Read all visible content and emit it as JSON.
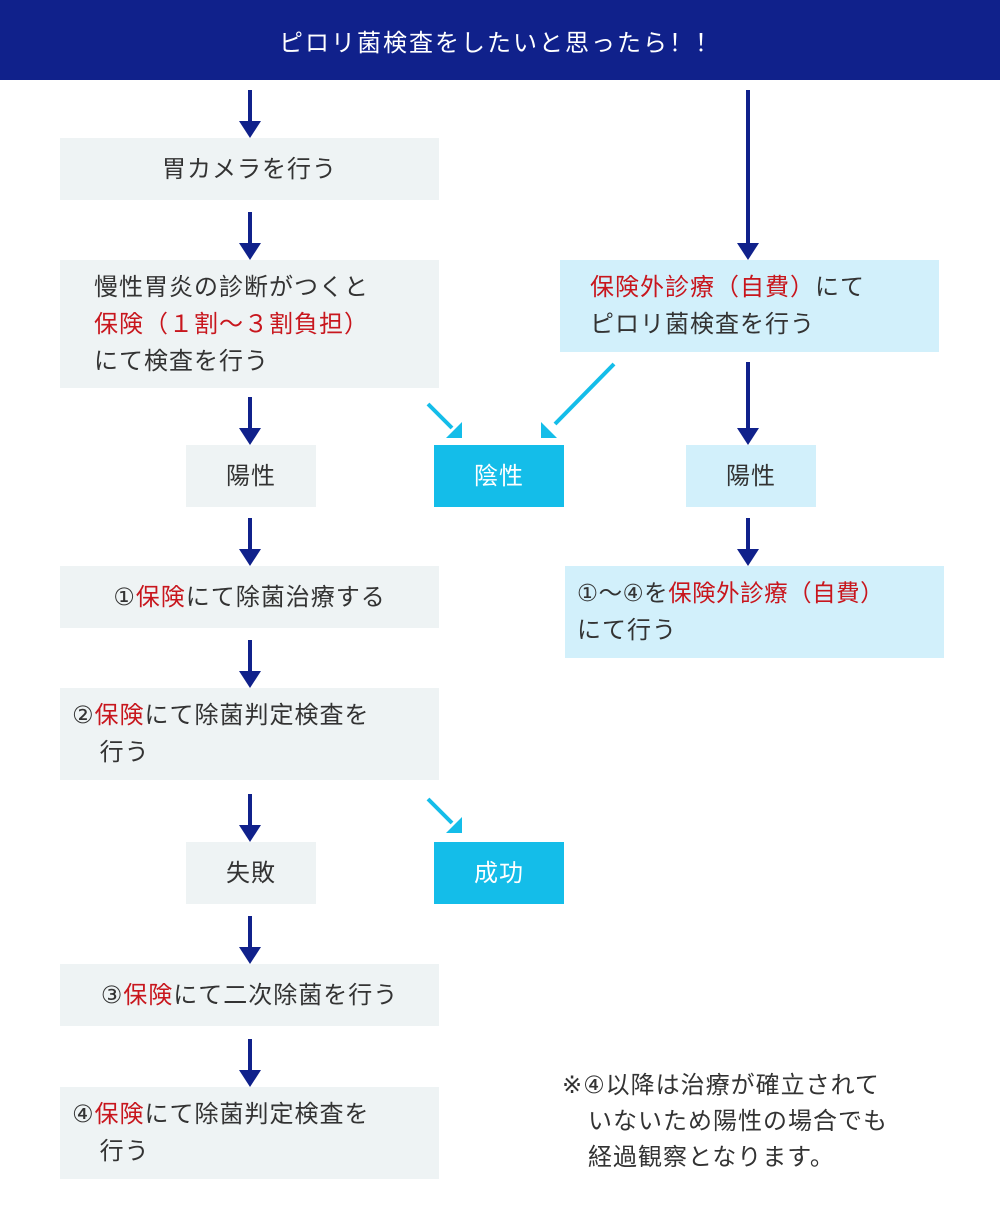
{
  "colors": {
    "header_bg": "#10218b",
    "arrow_navy": "#10218b",
    "arrow_cyan": "#14bde9",
    "box_gray": "#eef3f4",
    "box_light_blue": "#d2f0fb",
    "box_cyan": "#14bde9",
    "highlight_red": "#c8161d"
  },
  "header": {
    "title": "ピロリ菌検査をしたいと思ったら！！"
  },
  "left": {
    "gastroscopy": "胃カメラを行う",
    "diagnosis": {
      "line1": "慢性胃炎の診断がつくと",
      "line2": "保険（１割〜３割負担）",
      "line3": "にて検査を行う"
    },
    "positive": "陽性",
    "step1": {
      "num": "①",
      "ins": "保険",
      "rest": "にて除菌治療する"
    },
    "step2": {
      "num": "②",
      "ins": "保険",
      "rest": "にて除菌判定検査を",
      "line2": "行う"
    },
    "failure": "失敗",
    "step3": {
      "num": "③",
      "ins": "保険",
      "rest": "にて二次除菌を行う"
    },
    "step4": {
      "num": "④",
      "ins": "保険",
      "rest": "にて除菌判定検査を",
      "line2": "行う"
    }
  },
  "middle": {
    "negative": "陰性",
    "success": "成功"
  },
  "right": {
    "self_pay_test": {
      "red": "保険外診療（自費）",
      "rest": "にて",
      "line2": "ピロリ菌検査を行う"
    },
    "positive": "陽性",
    "self_pay_treatment": {
      "prefix": "①〜④を",
      "red": "保険外診療（自費）",
      "line2": "にて行う"
    }
  },
  "note": {
    "line1": "※④以降は治療が確立されて",
    "line2": "いないため陽性の場合でも",
    "line3": "経過観察となります。"
  }
}
